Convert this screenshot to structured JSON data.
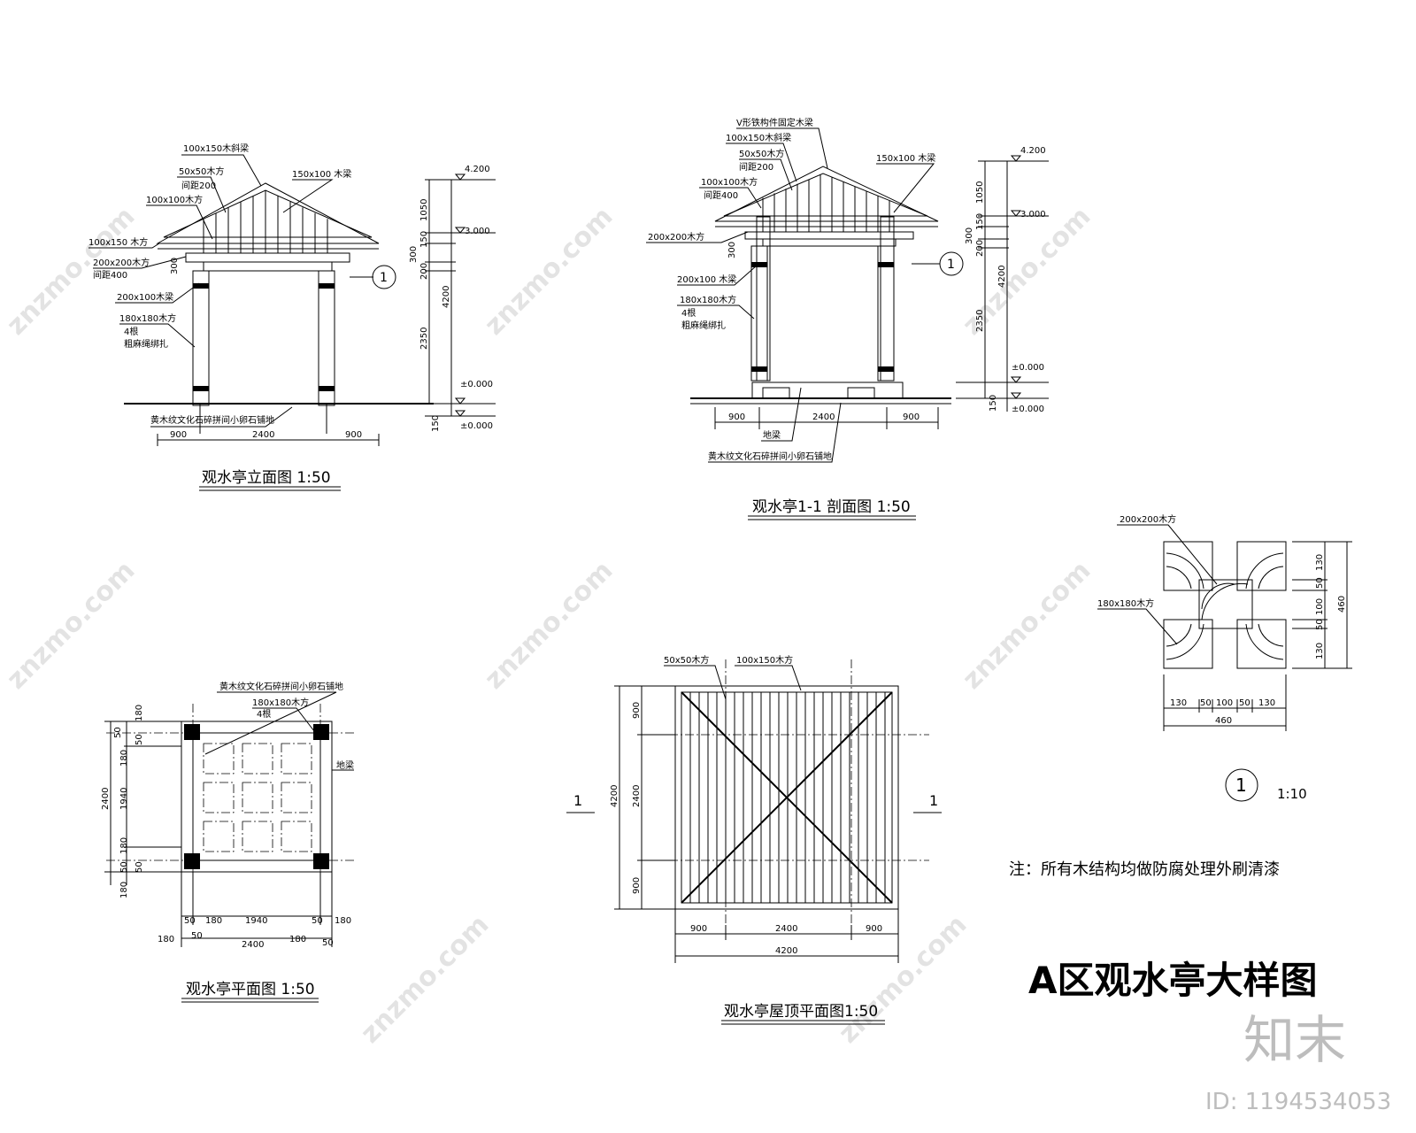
{
  "sheet_title": "A区观水亭大样图",
  "note": "注：所有木结构均做防腐处理外刷清漆",
  "watermark": {
    "site": "znzmo.com",
    "logo": "知末",
    "id_label": "ID: 1194534053"
  },
  "elevation": {
    "title": "观水亭立面图 1:50",
    "labels": [
      "100x150木斜梁",
      "50x50木方",
      "间距200",
      "100x100木方",
      "150x100 木梁",
      "100x150 木方",
      "200x200木方",
      "间距400",
      "200x100木梁",
      "180x180木方",
      "4根",
      "粗麻绳绑扎",
      "黄木纹文化石碎拼间小卵石铺地"
    ],
    "levels": [
      "4.200",
      "3.000",
      "±0.000",
      "±0.000"
    ],
    "vdims": [
      "1050",
      "150",
      "300",
      "200",
      "4200",
      "2350",
      "150",
      "300"
    ],
    "hdims": [
      "900",
      "2400",
      "900"
    ],
    "ref": "1"
  },
  "section": {
    "title": "观水亭1-1 剖面图 1:50",
    "labels": [
      "V形铁构件固定木梁",
      "100x150木斜梁",
      "50x50木方",
      "间距200",
      "100x100木方",
      "间距400",
      "150x100 木梁",
      "200x200木方",
      "200x100 木梁",
      "180x180木方",
      "4根",
      "粗麻绳绑扎",
      "地梁",
      "黄木纹文化石碎拼间小卵石铺地"
    ],
    "levels": [
      "4.200",
      "3.000",
      "±0.000",
      "±0.000"
    ],
    "vdims": [
      "1050",
      "150",
      "300",
      "200",
      "4200",
      "2350",
      "150",
      "300"
    ],
    "hdims": [
      "900",
      "2400",
      "900"
    ],
    "ref": "1"
  },
  "plan": {
    "title": "观水亭平面图 1:50",
    "labels": [
      "黄木纹文化石碎拼间小卵石铺地",
      "180x180木方",
      "4根",
      "地梁"
    ],
    "vdims": [
      "50",
      "180",
      "50",
      "180",
      "2400",
      "1940",
      "180",
      "50",
      "50",
      "180"
    ],
    "hdims_top": [
      "50",
      "180",
      "1940",
      "50",
      "180"
    ],
    "hdims_mid": [
      "180",
      "50",
      "180",
      "50"
    ],
    "hdims_total": "2400"
  },
  "roof": {
    "title": "观水亭屋顶平面图1:50",
    "labels": [
      "50x50木方",
      "100x150木方"
    ],
    "cut": "1",
    "vdims": [
      "900",
      "4200",
      "2400",
      "900"
    ],
    "hdims": [
      "900",
      "2400",
      "900"
    ],
    "hdims_total": "4200"
  },
  "detail": {
    "labels": [
      "200x200木方",
      "180x180木方"
    ],
    "vdims": [
      "130",
      "50",
      "100",
      "50",
      "130",
      "460"
    ],
    "hdims": [
      "130",
      "50",
      "100",
      "50",
      "130"
    ],
    "hdims_total": "460",
    "ref": "1",
    "scale": "1:10"
  }
}
